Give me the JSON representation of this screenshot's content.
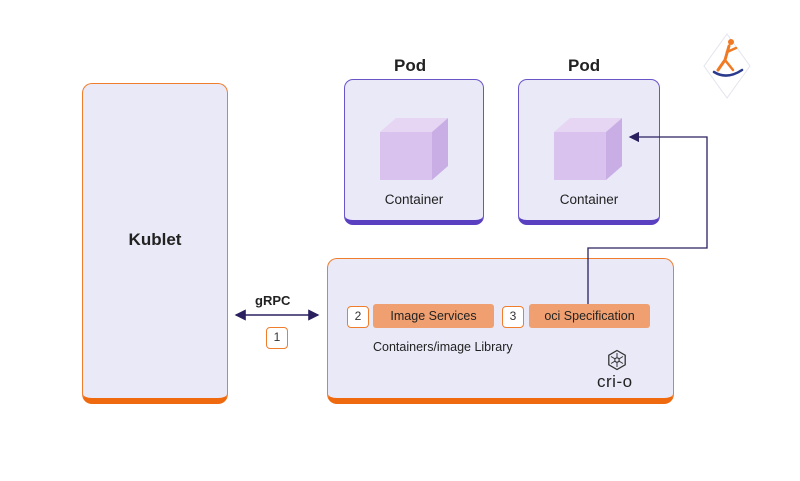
{
  "kubelet": {
    "label": "Kublet"
  },
  "pods": [
    {
      "title": "Pod",
      "container_label": "Container"
    },
    {
      "title": "Pod",
      "container_label": "Container"
    }
  ],
  "grpc": {
    "label": "gRPC",
    "step": "1"
  },
  "crio": {
    "image_services": {
      "step": "2",
      "label": "Image Services"
    },
    "oci_spec": {
      "step": "3",
      "label": "oci Specification"
    },
    "library_label": "Containers/image Library",
    "brand_text": "cri-o"
  },
  "colors": {
    "orange_border": "#ef7d2c",
    "purple_border": "#6a55c8",
    "box_fill": "#e9e9f8",
    "pill_fill": "#f0a070",
    "arrow": "#2a2060"
  }
}
